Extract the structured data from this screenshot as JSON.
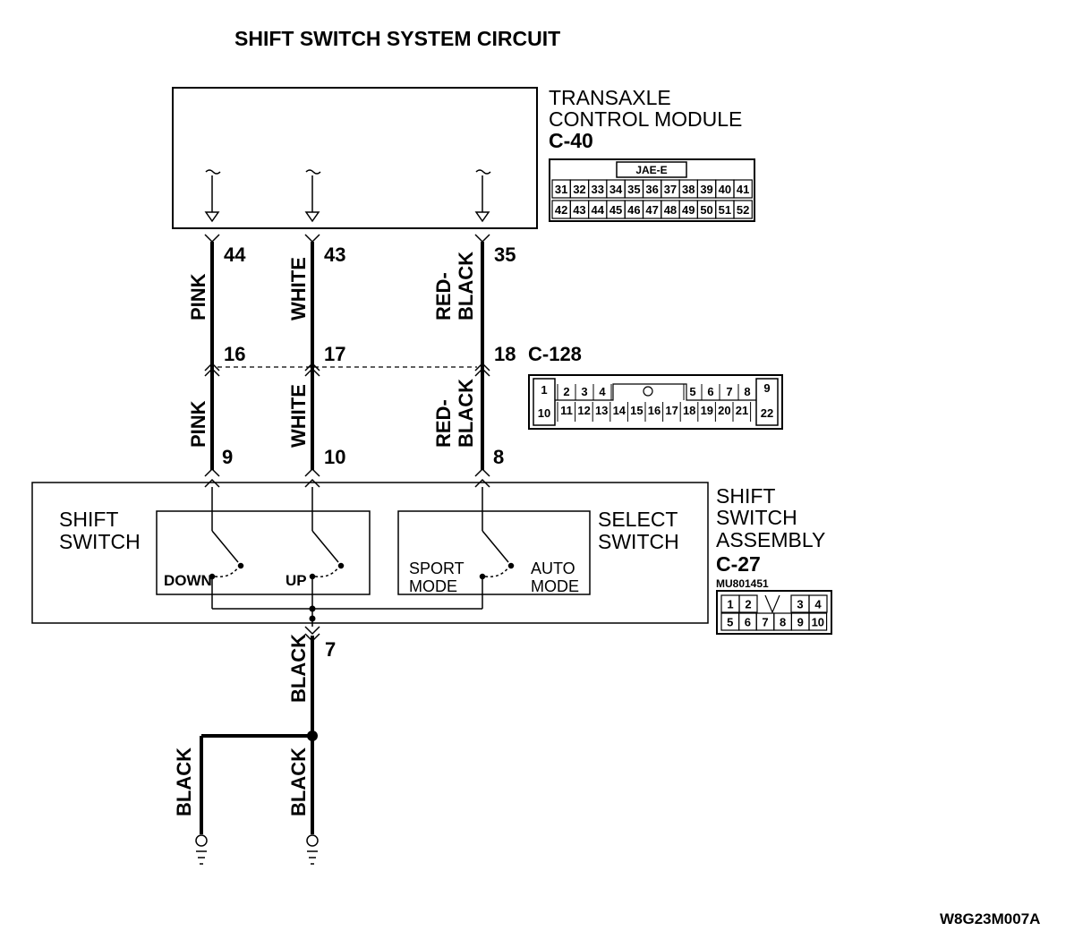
{
  "title": "SHIFT SWITCH SYSTEM CIRCUIT",
  "figure_code": "W8G23M007A",
  "tcm": {
    "line1": "TRANSAXLE",
    "line2": "CONTROL MODULE",
    "connector": "C-40",
    "connector_type": "JAE-E",
    "pins_row1": [
      "31",
      "32",
      "33",
      "34",
      "35",
      "36",
      "37",
      "38",
      "39",
      "40",
      "41"
    ],
    "pins_row2": [
      "42",
      "43",
      "44",
      "45",
      "46",
      "47",
      "48",
      "49",
      "50",
      "51",
      "52"
    ]
  },
  "wires": [
    {
      "tcm_pin": "44",
      "junction_pin": "16",
      "assy_pin": "9",
      "color_upper": "PINK",
      "color_lower": "PINK"
    },
    {
      "tcm_pin": "43",
      "junction_pin": "17",
      "assy_pin": "10",
      "color_upper": "WHITE",
      "color_lower": "WHITE"
    },
    {
      "tcm_pin": "35",
      "junction_pin": "18",
      "assy_pin": "8",
      "color_upper_1": "RED-",
      "color_upper_2": "BLACK",
      "color_lower_1": "RED-",
      "color_lower_2": "BLACK"
    }
  ],
  "junction": {
    "connector": "C-128",
    "row1": [
      "1",
      "2",
      "3",
      "4",
      "5",
      "6",
      "7",
      "8",
      "9"
    ],
    "row2": [
      "10",
      "11",
      "12",
      "13",
      "14",
      "15",
      "16",
      "17",
      "18",
      "19",
      "20",
      "21",
      "22"
    ]
  },
  "assembly": {
    "line1": "SHIFT",
    "line2": "SWITCH",
    "line3": "ASSEMBLY",
    "connector": "C-27",
    "part_no": "MU801451",
    "row1": [
      "1",
      "2",
      "3",
      "4"
    ],
    "row2": [
      "5",
      "6",
      "7",
      "8",
      "9",
      "10"
    ],
    "shift_switch": {
      "line1": "SHIFT",
      "line2": "SWITCH",
      "down": "DOWN",
      "up": "UP"
    },
    "select_switch": {
      "line1": "SELECT",
      "line2": "SWITCH",
      "sport1": "SPORT",
      "sport2": "MODE",
      "auto1": "AUTO",
      "auto2": "MODE"
    },
    "ground_pin": "7"
  },
  "ground": {
    "wire1": "BLACK",
    "wire2": "BLACK",
    "wire3": "BLACK"
  }
}
